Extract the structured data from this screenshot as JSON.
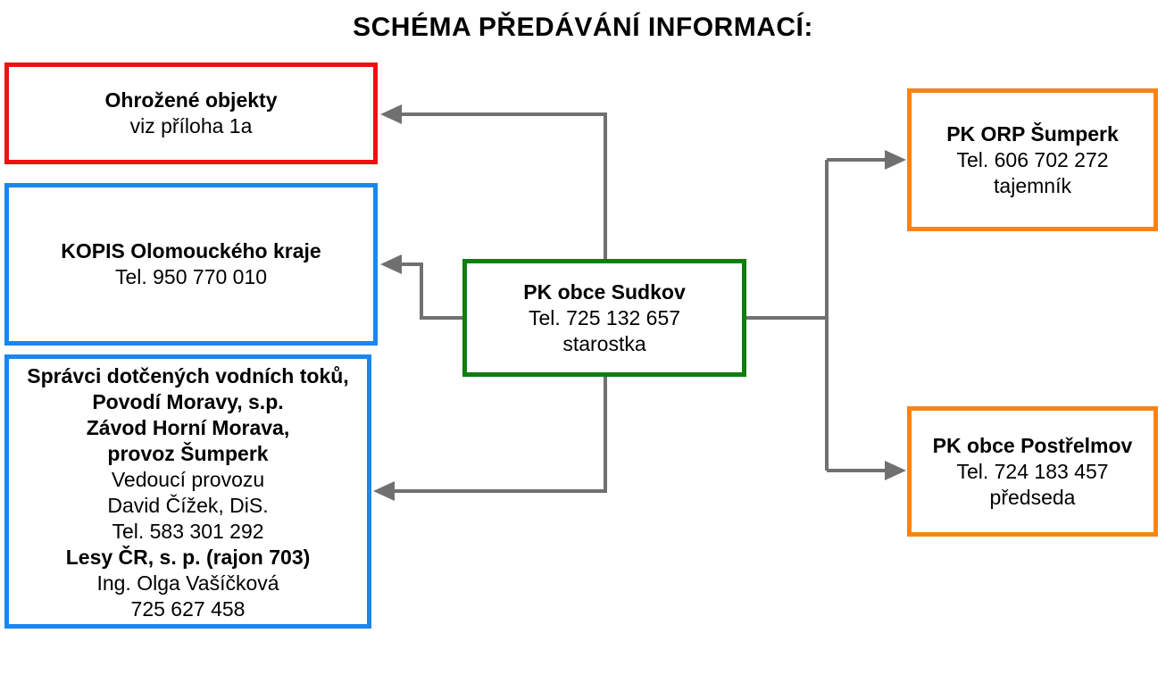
{
  "title": "SCHÉMA PŘEDÁVÁNÍ INFORMACÍ:",
  "colors": {
    "red": "#ee1111",
    "blue": "#1a87f0",
    "green": "#0f7d10",
    "orange": "#f7841b",
    "connector": "#707070"
  },
  "boxes": {
    "ohrozene": {
      "heading": "Ohrožené objekty",
      "line1": "viz příloha 1a"
    },
    "kopis": {
      "heading": "KOPIS Olomouckého kraje",
      "line1": "Tel. 950 770 010"
    },
    "spravci": {
      "l1": "Správci dotčených vodních toků,",
      "l2": "Povodí Moravy, s.p.",
      "l3": "Závod Horní Morava,",
      "l4": "provoz Šumperk",
      "l5": "Vedoucí provozu",
      "l6": "David Čížek, DiS.",
      "l7": "Tel. 583 301 292",
      "l8": "Lesy ČR, s. p. (rajon 703)",
      "l9": "Ing. Olga Vašíčková",
      "l10": "725 627 458"
    },
    "sudkov": {
      "heading": "PK obce Sudkov",
      "line1": "Tel. 725 132 657",
      "line2": "starostka"
    },
    "orp": {
      "heading": "PK ORP Šumperk",
      "line1": "Tel. 606 702 272",
      "line2": "tajemník"
    },
    "postrelmov": {
      "heading": "PK obce Postřelmov",
      "line1": "Tel. 724 183 457",
      "line2": "předseda"
    }
  }
}
